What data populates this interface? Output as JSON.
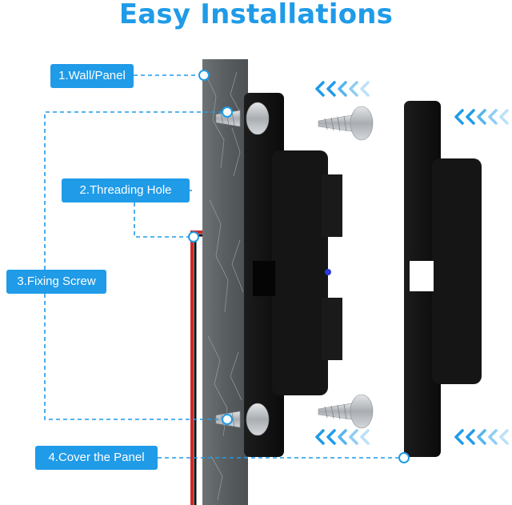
{
  "title": "Easy Installations",
  "labels": [
    {
      "number": "1",
      "text": "1.Wall/Panel"
    },
    {
      "number": "2",
      "text": "2.Threading Hole"
    },
    {
      "number": "3",
      "text": "3.Fixing Screw"
    },
    {
      "number": "4",
      "text": "4.Cover the Panel"
    }
  ],
  "colors": {
    "accent": "#1f9be8",
    "wall": "#5e6366",
    "mount": "#121212",
    "cable_red": "#d02a2a",
    "screw": "#b8bcc0"
  }
}
